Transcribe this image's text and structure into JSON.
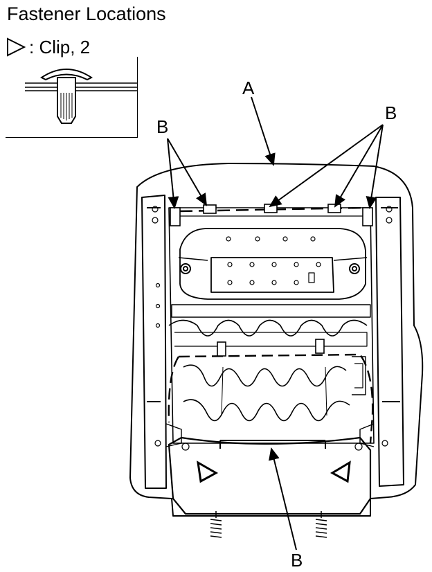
{
  "header": {
    "title": "Fastener Locations"
  },
  "legend": {
    "symbol_icon": "triangle-outline-icon",
    "clip_label": ": Clip, 2"
  },
  "callouts": {
    "a": "A",
    "b_top_left": "B",
    "b_top_right": "B",
    "b_bottom": "B"
  },
  "colors": {
    "line": "#000000",
    "background": "#ffffff"
  }
}
